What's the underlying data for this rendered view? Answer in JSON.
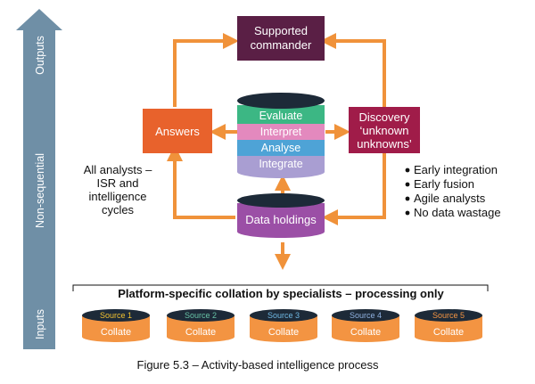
{
  "axis": {
    "top_label": "Outputs",
    "middle_label": "Non-sequential",
    "bottom_label": "Inputs"
  },
  "boxes": {
    "supported_commander": [
      "Supported",
      "commander"
    ],
    "answers": "Answers",
    "discovery": [
      "Discovery",
      "‘unknown",
      "unknowns’"
    ],
    "data_holdings": "Data holdings"
  },
  "stack_layers": [
    "Evaluate",
    "Interpret",
    "Analyse",
    "Integrate"
  ],
  "left_note": [
    "All analysts –",
    "ISR and",
    "intelligence",
    "cycles"
  ],
  "bullets": [
    "Early integration",
    "Early fusion",
    "Agile analysts",
    "No data wastage"
  ],
  "collation_title": "Platform-specific collation by specialists – processing only",
  "sources": [
    {
      "label": "Source 1",
      "action": "Collate"
    },
    {
      "label": "Source 2",
      "action": "Collate"
    },
    {
      "label": "Source 3",
      "action": "Collate"
    },
    {
      "label": "Source 4",
      "action": "Collate"
    },
    {
      "label": "Source 5",
      "action": "Collate"
    }
  ],
  "caption": "Figure 5.3 – Activity-based intelligence process",
  "colors": {
    "axis_arrow": "#6f8fa6",
    "commander": "#5a1f45",
    "answers": "#e8622c",
    "discovery": "#a01c49",
    "data_holdings": "#9b4fa6",
    "arrow": "#f0923a",
    "evaluate": "#3cb784",
    "interpret": "#e389be",
    "analyse": "#4ea3d6",
    "integrate": "#a99ed2",
    "cylinder_top": "#1d2a38",
    "collate": "#f39442",
    "source_colors": [
      "#f2c230",
      "#67c2a6",
      "#6fb7e2",
      "#8fb1e0",
      "#f39442"
    ]
  }
}
